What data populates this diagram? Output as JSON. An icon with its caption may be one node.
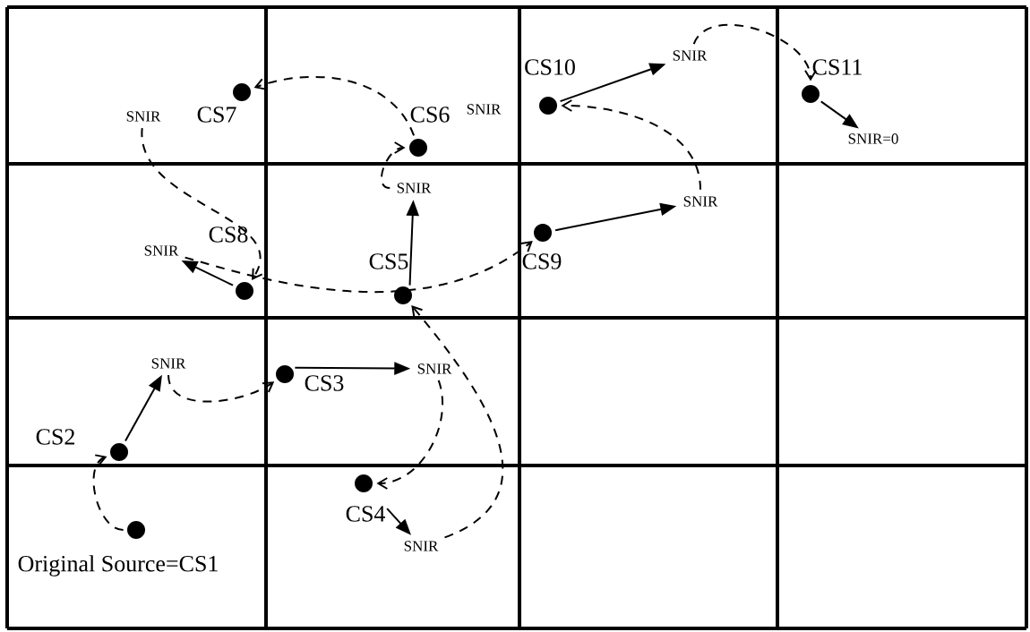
{
  "diagram": {
    "nodes": [
      {
        "text": [],
        "shape": "circle",
        "beside": [
          "Original Source=CS1"
        ]
      },
      {
        "text": [],
        "shape": "circle",
        "beside": [
          "CS2"
        ]
      },
      {
        "text": [
          "SNIR"
        ]
      },
      {
        "text": [],
        "shape": "circle",
        "beside": [
          "CS3"
        ]
      },
      {
        "text": [
          "SNIR"
        ]
      },
      {
        "text": [],
        "shape": "circle",
        "beside": [
          "CS4"
        ]
      },
      {
        "text": [
          "SNIR"
        ]
      },
      {
        "text": [],
        "shape": "circle",
        "beside": [
          "CS5"
        ]
      },
      {
        "text": [
          "SNIR"
        ]
      },
      {
        "text": [],
        "shape": "circle",
        "beside": [
          "CS6"
        ]
      },
      {
        "text": [],
        "shape": "circle",
        "beside": [
          "CS7"
        ]
      },
      {
        "text": [
          "SNIR"
        ]
      },
      {
        "text": [],
        "shape": "circle",
        "beside": [
          "CS8"
        ]
      },
      {
        "text": [
          "SNIR"
        ]
      },
      {
        "text": [],
        "shape": "circle",
        "beside": [
          "CS9"
        ]
      },
      {
        "text": [
          "SNIR"
        ]
      },
      {
        "text": [],
        "shape": "circle",
        "beside": [
          "CS10"
        ]
      },
      {
        "text": [
          "SNIR"
        ]
      },
      {
        "text": [],
        "shape": "circle",
        "beside": [
          "CS11"
        ]
      },
      {
        "text": [
          "SNIR=0"
        ]
      }
    ],
    "edges": [
      {
        "from": 0,
        "to": 1,
        "arrow": "to",
        "style": "dashed"
      },
      {
        "from": 1,
        "to": 2,
        "arrow": "to"
      },
      {
        "from": 2,
        "to": 3,
        "arrow": "to",
        "style": "dashed"
      },
      {
        "from": 3,
        "to": 4,
        "arrow": "to"
      },
      {
        "from": 4,
        "to": 5,
        "arrow": "to",
        "style": "dashed"
      },
      {
        "from": 5,
        "to": 6,
        "arrow": "to"
      },
      {
        "from": 6,
        "to": 7,
        "arrow": "to",
        "style": "dashed"
      },
      {
        "from": 7,
        "to": 8,
        "arrow": "to"
      },
      {
        "from": 8,
        "to": 9,
        "arrow": "to",
        "style": "dashed"
      },
      {
        "from": 9,
        "to": 10,
        "arrow": "to",
        "style": "dashed"
      },
      {
        "from": 11,
        "to": 12,
        "arrow": "to",
        "style": "dashed"
      },
      {
        "from": 12,
        "to": 13,
        "arrow": "to"
      },
      {
        "from": 13,
        "to": 14,
        "arrow": "to",
        "style": "dashed"
      },
      {
        "from": 14,
        "to": 15,
        "arrow": "to"
      },
      {
        "from": 15,
        "to": 16,
        "arrow": "to",
        "style": "dashed"
      },
      {
        "from": 16,
        "to": 17,
        "arrow": "to"
      },
      {
        "from": 17,
        "to": 18,
        "arrow": "to",
        "style": "dashed"
      },
      {
        "from": 18,
        "to": 19,
        "arrow": "to"
      }
    ],
    "labels": [
      "SNIR"
    ]
  }
}
